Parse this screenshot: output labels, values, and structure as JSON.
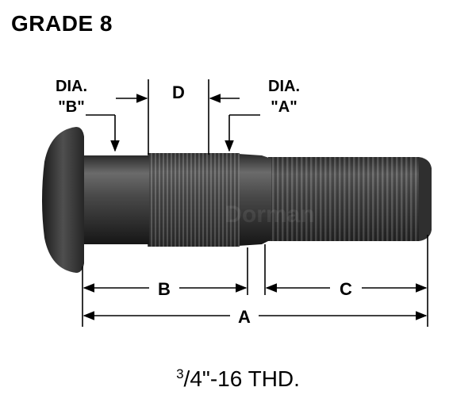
{
  "title": "GRADE 8",
  "labels": {
    "dia_b_line1": "DIA.",
    "dia_b_line2": "\"B\"",
    "d": "D",
    "dia_a_line1": "DIA.",
    "dia_a_line2": "\"A\"",
    "b": "B",
    "c": "C",
    "a": "A"
  },
  "caption": {
    "numerator": "3",
    "slash": "/",
    "denominator": "4",
    "rest": "\"-16 THD."
  },
  "watermark": "Dorman"
}
